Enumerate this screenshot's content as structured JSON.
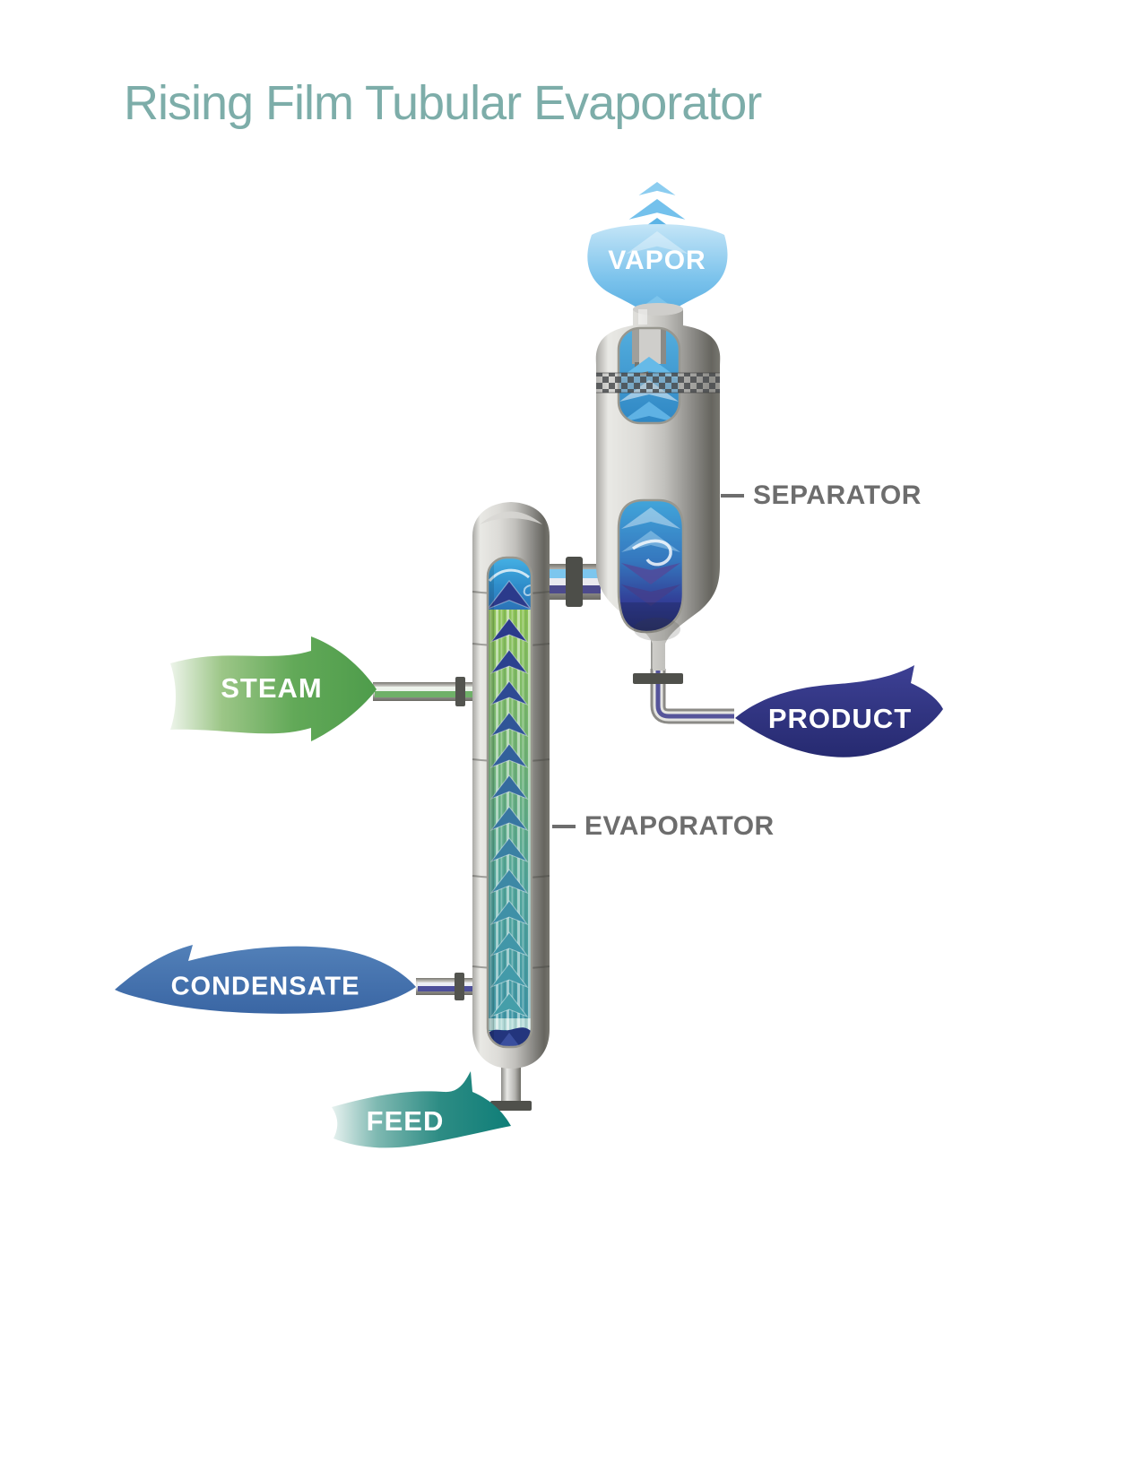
{
  "title": "Rising Film Tubular Evaporator",
  "component_labels": {
    "separator": "SEPARATOR",
    "evaporator": "EVAPORATOR"
  },
  "flow_labels": {
    "vapor": "VAPOR",
    "steam": "STEAM",
    "product": "PRODUCT",
    "condensate": "CONDENSATE",
    "feed": "FEED"
  },
  "colors": {
    "title_text": "#7dada9",
    "callout_text": "#6d6d6d",
    "steam_arrow_green": "#55a04e",
    "product_arrow_navy": "#2d3181",
    "condensate_arrow_blue": "#4471ad",
    "feed_arrow_teal": "#1f837c",
    "vapor_cloud_blue": "#7cc3ec",
    "vessel_metal_gray": "#c2c1bd",
    "window_sky_blue": "#2f8ecb",
    "tube_green": "#8ec457",
    "tube_teal": "#3f96a8"
  }
}
